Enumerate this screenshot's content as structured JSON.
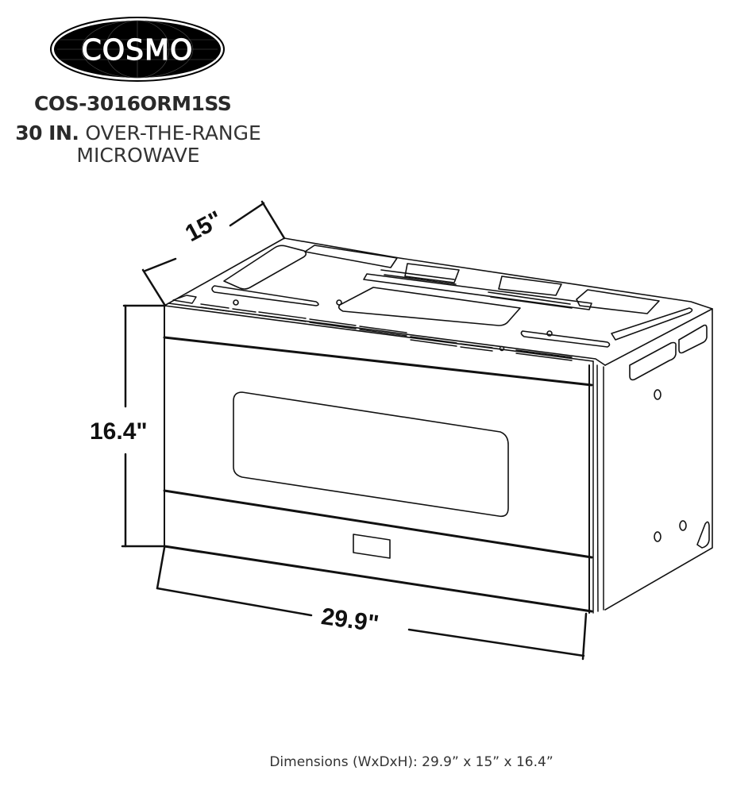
{
  "brand": {
    "logo_text": "COSMO",
    "logo_fill": "#000000",
    "logo_text_color": "#ffffff"
  },
  "product": {
    "model": "COS-3016ORM1SS",
    "size_label": "30 IN.",
    "type_line1": "OVER-THE-RANGE",
    "type_line2": "MICROWAVE"
  },
  "dimensions": {
    "depth_label": "15\"",
    "height_label": "16.4\"",
    "width_label": "29.9\"",
    "footer": "Dimensions (WxDxH): 29.9” x 15” x 16.4”"
  },
  "drawing": {
    "line_color": "#111111",
    "background": "#ffffff"
  }
}
